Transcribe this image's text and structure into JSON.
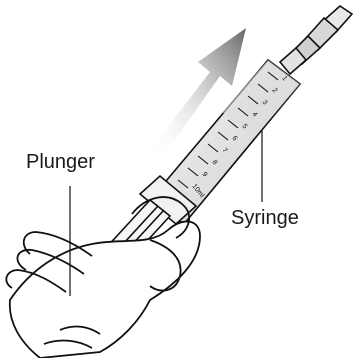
{
  "labels": {
    "plunger": "Plunger",
    "syringe": "Syringe"
  },
  "scale_marks": [
    "1",
    "2",
    "3",
    "4",
    "5",
    "6",
    "7",
    "8",
    "9",
    "10ml"
  ],
  "colors": {
    "outline": "#111111",
    "barrel_fill": "#e6e6e6",
    "arrow_dark": "#6a6a6a",
    "arrow_light": "#ffffff",
    "glove_fill": "#ffffff"
  },
  "icons": {
    "direction": "up-right-arrow-icon"
  }
}
